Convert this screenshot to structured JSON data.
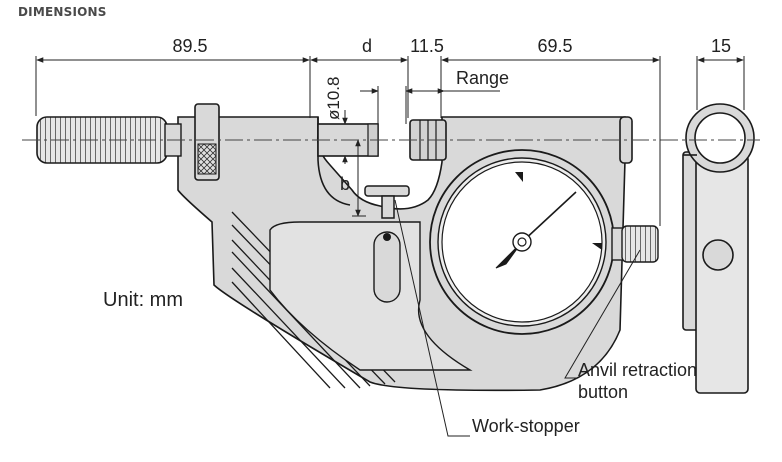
{
  "header": {
    "title": "DIMENSIONS"
  },
  "dimensions": {
    "overall_left": "89.5",
    "d": "d",
    "width_11_5": "11.5",
    "overall_right": "69.5",
    "side_width": "15",
    "range": "Range",
    "spindle_dia": "ø10.8",
    "b": "b"
  },
  "notes": {
    "unit": "Unit: mm",
    "anvil_retraction_line1": "Anvil retraction",
    "anvil_retraction_line2": "button",
    "work_stopper": "Work-stopper"
  },
  "colors": {
    "body_fill": "#d9d9d9",
    "outline": "#1a1a1a",
    "dial_face": "#ffffff"
  }
}
